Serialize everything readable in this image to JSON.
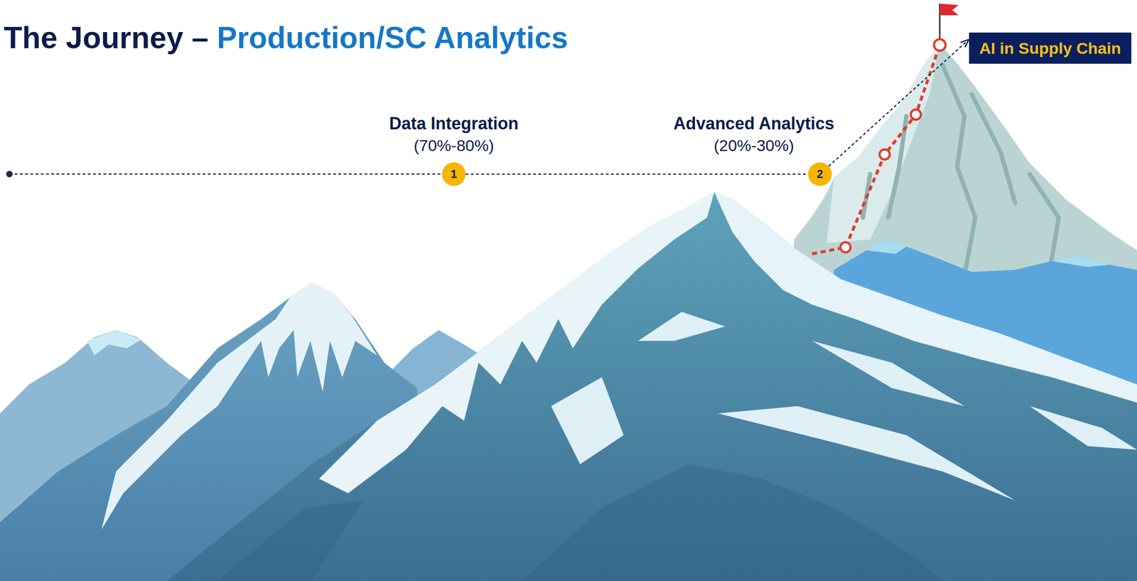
{
  "diagram": {
    "title": "The Journey – Production/SC Analytics",
    "nodes": [
      {
        "text": [
          "Data Integration",
          "(70%-80%)",
          "1"
        ]
      },
      {
        "text": [
          "Advanced Analytics",
          "(20%-30%)",
          "2"
        ]
      },
      {
        "text": [
          "AI in Supply Chain"
        ]
      }
    ],
    "edges": [
      {
        "from": 0,
        "to": 1,
        "arrow": "none"
      },
      {
        "from": 1,
        "to": 2,
        "arrow": "to"
      }
    ]
  }
}
